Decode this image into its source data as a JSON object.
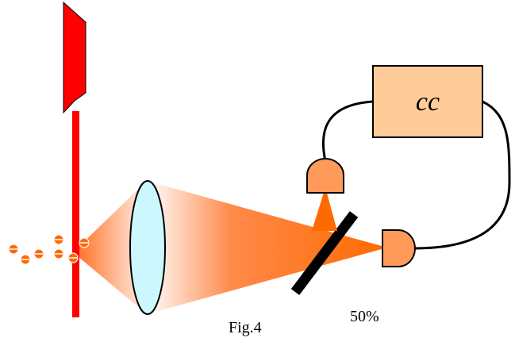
{
  "diagram": {
    "box_label": "cc",
    "figure_caption": "Fig.4",
    "beamsplitter_label": "50%"
  },
  "colors": {
    "beam_red": "#ff0000",
    "particle_orange": "#ff6a00",
    "cone_orange": "#ff6a1a",
    "lens_fill": "#ccf7ff",
    "detector_fill": "#ff9a5a",
    "box_fill": "#ffcc99",
    "wire": "#000000"
  }
}
